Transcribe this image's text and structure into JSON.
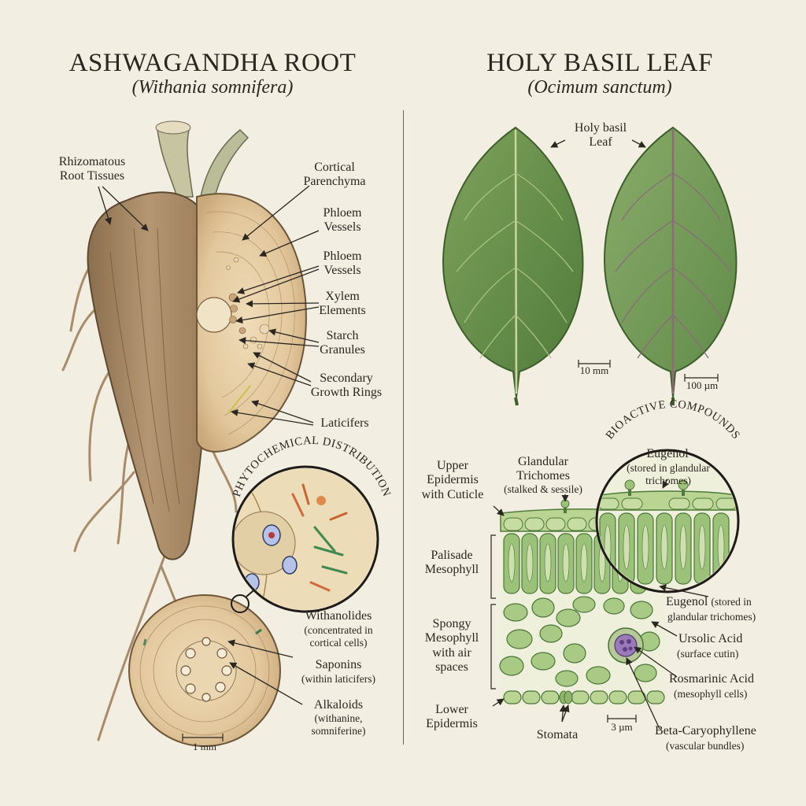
{
  "left": {
    "title": "ASHWAGANDHA ROOT",
    "subtitle": "(Withania somnifera)",
    "labels": {
      "rhizomatous": [
        "Rhizomatous",
        "Root Tissues"
      ],
      "cortical": [
        "Cortical",
        "Parenchyma"
      ],
      "phloem1": [
        "Phloem",
        "Vessels"
      ],
      "phloem2": [
        "Phloem",
        "Vessels"
      ],
      "xylem": [
        "Xylem",
        "Elements"
      ],
      "starch": [
        "Starch",
        "Granules"
      ],
      "growth": [
        "Secondary",
        "Growth Rings"
      ],
      "laticifers": "Laticifers"
    },
    "phyto_title": "PHYTOCHEMICAL DISTRIBUTION",
    "compounds": {
      "withanolides": "Withanolides",
      "withanolides_note": [
        "(concentrated in",
        "cortical cells)"
      ],
      "saponins": "Saponins",
      "saponins_note": "(within laticifers)",
      "alkaloids": "Alkaloids",
      "alkaloids_note": [
        "(withanine,",
        "somniferine)"
      ]
    },
    "scale": "1 mm"
  },
  "right": {
    "title": "HOLY BASIL LEAF",
    "subtitle": "(Ocimum sanctum)",
    "leaf_label": [
      "Holy basil",
      "Leaf"
    ],
    "scale_leaf": "10 mm",
    "scale_leaf2": "100 µm",
    "bio_title": "BIOACTIVE COMPOUNDS",
    "section": {
      "upper": [
        "Upper",
        "Epidermis",
        "with Cuticle"
      ],
      "glandular": [
        "Glandular",
        "Trichomes"
      ],
      "glandular_note": "(stalked & sessile)",
      "palisade": [
        "Palisade",
        "Mesophyll"
      ],
      "spongy": [
        "Spongy",
        "Mesophyll",
        "with air",
        "spaces"
      ],
      "lower": [
        "Lower",
        "Epidermis"
      ],
      "stomata": "Stomata",
      "scale": "3 µm"
    },
    "compounds": {
      "eugenol_inset": "Eugenol",
      "eugenol_inset_note": [
        "(stored in glandular",
        "trichomes)"
      ],
      "eugenol": "Eugenol",
      "eugenol_note_a": "(stored in",
      "eugenol_note_b": "glandular trichomes)",
      "ursolic": "Ursolic Acid",
      "ursolic_note": "(surface cutin)",
      "rosmarinic": "Rosmarinic Acid",
      "rosmarinic_note": "(mesophyll cells)",
      "beta": "Beta-Caryophyllene",
      "beta_note": "(vascular bundles)"
    }
  }
}
